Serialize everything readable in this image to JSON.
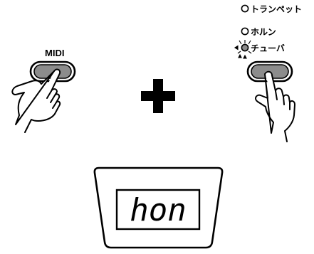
{
  "left_button": {
    "label": "MIDI"
  },
  "voice_list": {
    "items": [
      {
        "label": "トランペット",
        "lit": false
      },
      {
        "label": "ホルン",
        "lit": false
      },
      {
        "label": "チューバ",
        "lit": true
      }
    ]
  },
  "display": {
    "text": "hon"
  },
  "colors": {
    "ink": "#000000",
    "button_fill": "#8c8c8c",
    "led_lit": "#8c8c8c"
  },
  "icons": {
    "plus": "plus-sign-icon",
    "hand": "pressing-hand-icon",
    "led": "led-indicator-icon"
  }
}
